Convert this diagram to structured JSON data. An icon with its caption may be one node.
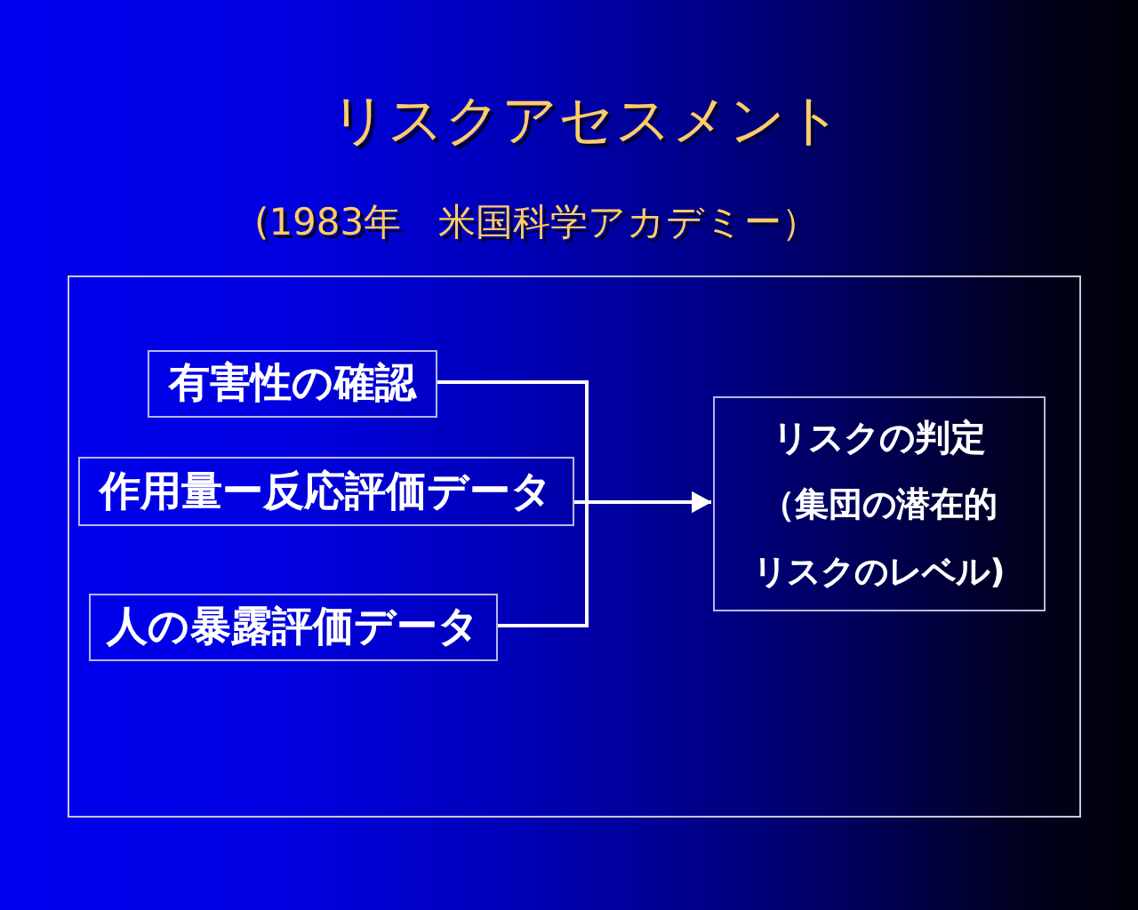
{
  "diagram": {
    "title": "リスクアセスメント",
    "nodes": [
      {
        "text": [],
        "shape": "box"
      },
      {
        "text": [
          "有害性の確認"
        ],
        "in": 0
      },
      {
        "text": [
          "作用量ー反応評価データ"
        ],
        "in": 0
      },
      {
        "text": [
          "人の暴露評価データ"
        ],
        "in": 0
      },
      {
        "text": [
          "リスクの判定",
          "（集団の潜在的リスクのレベル)"
        ],
        "in": 0
      }
    ],
    "edges": [
      {
        "from": 1,
        "to": 4,
        "arrow": "to"
      },
      {
        "from": 2,
        "to": 4,
        "arrow": "to"
      },
      {
        "from": 3,
        "to": 4,
        "arrow": "to"
      }
    ],
    "labels": [
      "(1983年　米国科学アカデミー）"
    ]
  }
}
